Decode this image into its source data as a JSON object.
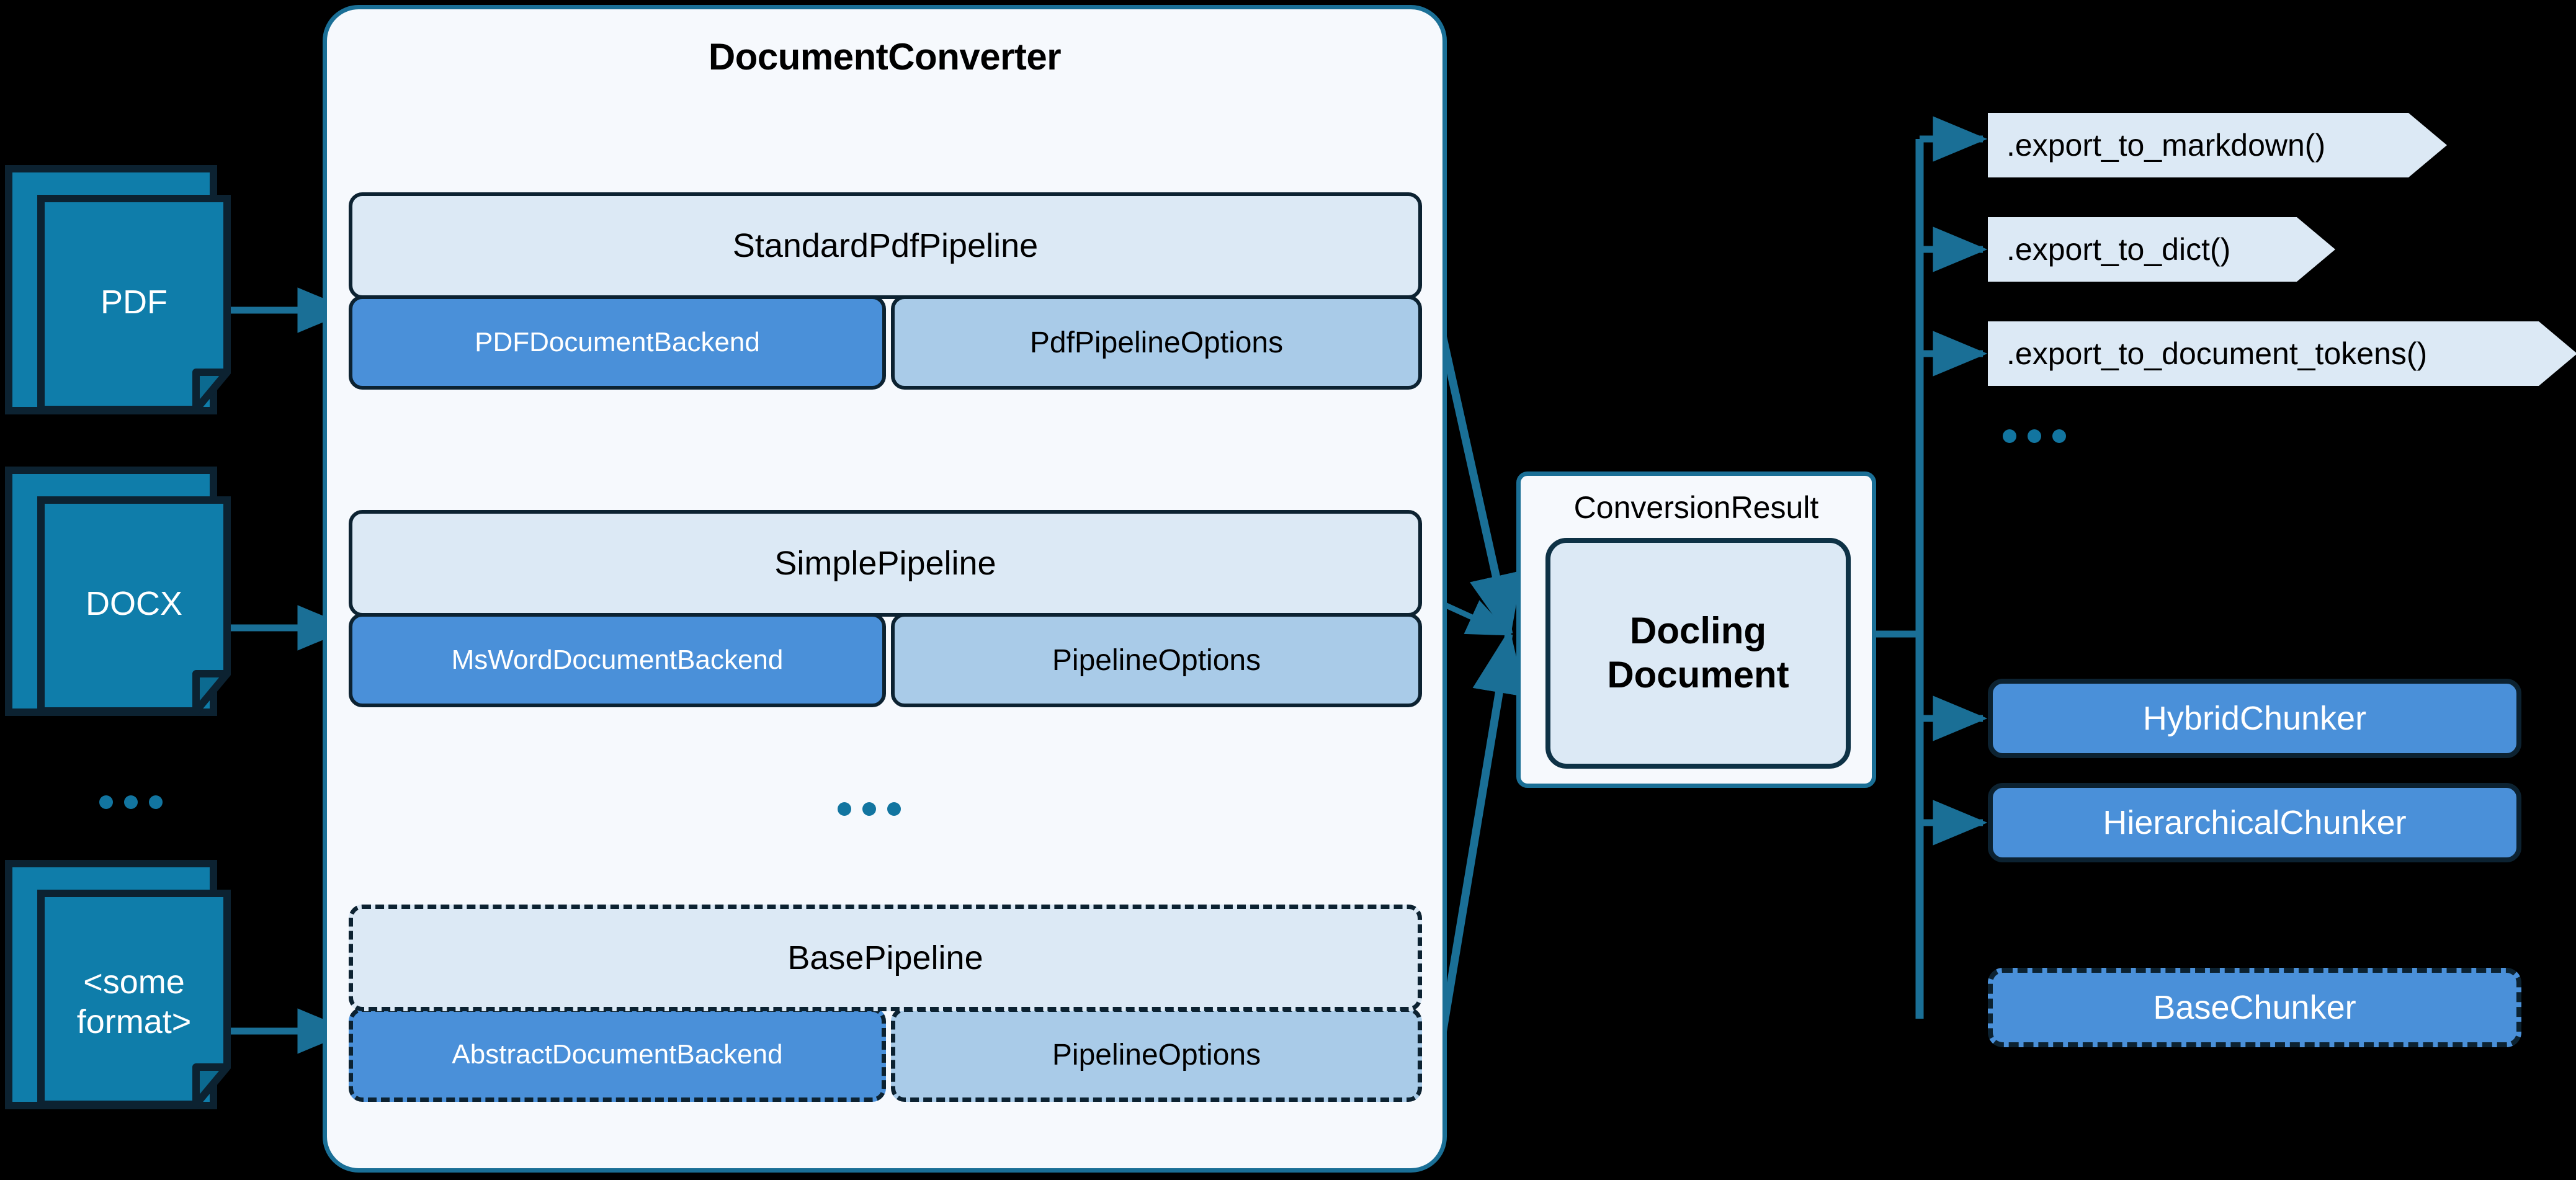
{
  "converter": {
    "title": "DocumentConverter",
    "pipelines": [
      {
        "name": "StandardPdfPipeline",
        "backend": "PDFDocumentBackend",
        "options": "PdfPipelineOptions",
        "style": "solid"
      },
      {
        "name": "SimplePipeline",
        "backend": "MsWordDocumentBackend",
        "options": "PipelineOptions",
        "style": "solid"
      },
      {
        "name": "BasePipeline",
        "backend": "AbstractDocumentBackend",
        "options": "PipelineOptions",
        "style": "dashed"
      }
    ],
    "pipeline_ellipsis": "..."
  },
  "inputs": [
    {
      "label": "PDF"
    },
    {
      "label": "DOCX"
    },
    {
      "label": "<some\nformat>",
      "line1": "<some",
      "line2": "format>"
    }
  ],
  "input_ellipsis": "...",
  "conversion_result": {
    "label": "ConversionResult",
    "document_line1": "Docling",
    "document_line2": "Document"
  },
  "exports": [
    {
      "label": ".export_to_markdown()"
    },
    {
      "label": ".export_to_dict()"
    },
    {
      "label": ".export_to_document_tokens()"
    }
  ],
  "export_ellipsis": "...",
  "chunkers": [
    {
      "label": "HybridChunker",
      "style": "solid"
    },
    {
      "label": "HierarchicalChunker",
      "style": "solid"
    },
    {
      "label": "BaseChunker",
      "style": "dashed"
    }
  ],
  "chunker_ellipsis": "...",
  "colors": {
    "background": "#000000",
    "container_fill": "#f6f9fd",
    "container_border": "#1a6f96",
    "pipeline_fill": "#dce9f5",
    "backend_fill": "#4a90d9",
    "options_fill": "#a9cbe8",
    "box_border": "#0c2231",
    "doc_icon_fill": "#0f7daa",
    "doc_icon_border": "#0c2231",
    "edge_color": "#1a6f96",
    "accent_dots": "#1275a0",
    "export_fill": "#dce9f5"
  }
}
